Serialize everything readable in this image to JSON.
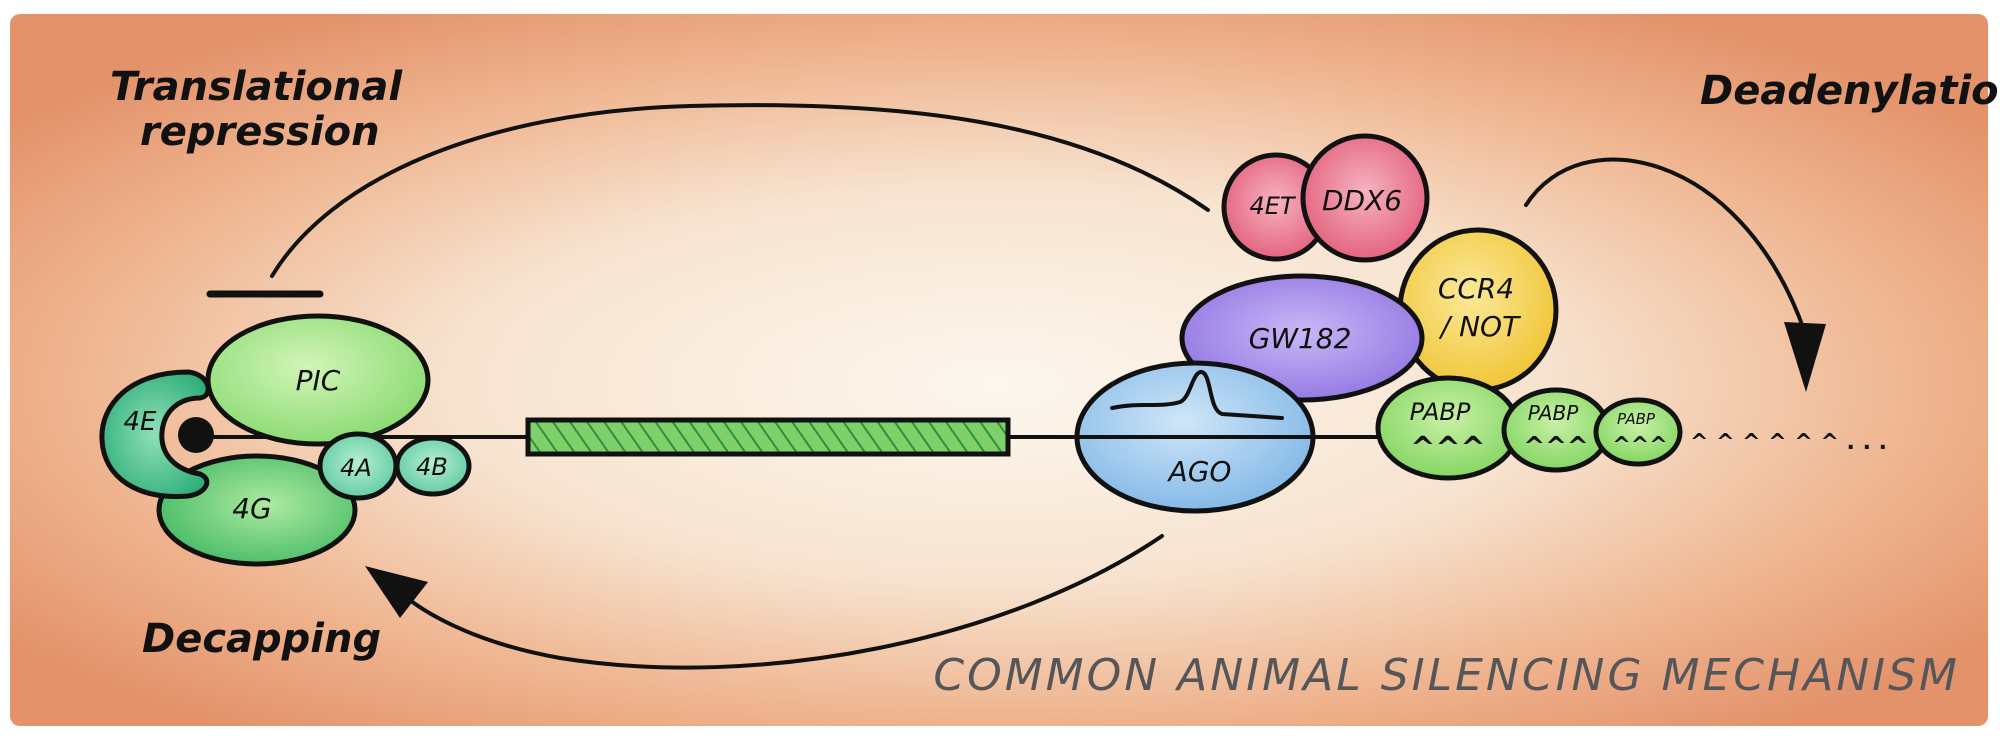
{
  "headings": {
    "translational_line1": "Translational",
    "translational_line2": "repression",
    "deadenylation": "Deadenylation",
    "decapping": "Decapping"
  },
  "proteins": {
    "factor_4e": "4E",
    "factor_4g": "4G",
    "factor_4a": "4A",
    "factor_4b": "4B",
    "pic": "PIC",
    "ago": "AGO",
    "gw182": "GW182",
    "ccr4_line1": "CCR4",
    "ccr4_line2": "/ NOT",
    "four_et": "4ET",
    "ddx6": "DDX6",
    "pabp_1": "PABP",
    "pabp_2": "PABP",
    "pabp_3": "PABP"
  },
  "footer": "COMMON ANIMAL SILENCING MECHANISM",
  "colors": {
    "background_wash": "#e9a27b",
    "background_center": "#fbf3ea",
    "green_light": "#8fe07a",
    "green_dark": "#3cb86a",
    "teal": "#4cc49a",
    "blue": "#8fc3ec",
    "purple": "#9a82e6",
    "yellow": "#f4cf3e",
    "pink": "#e6607a"
  }
}
